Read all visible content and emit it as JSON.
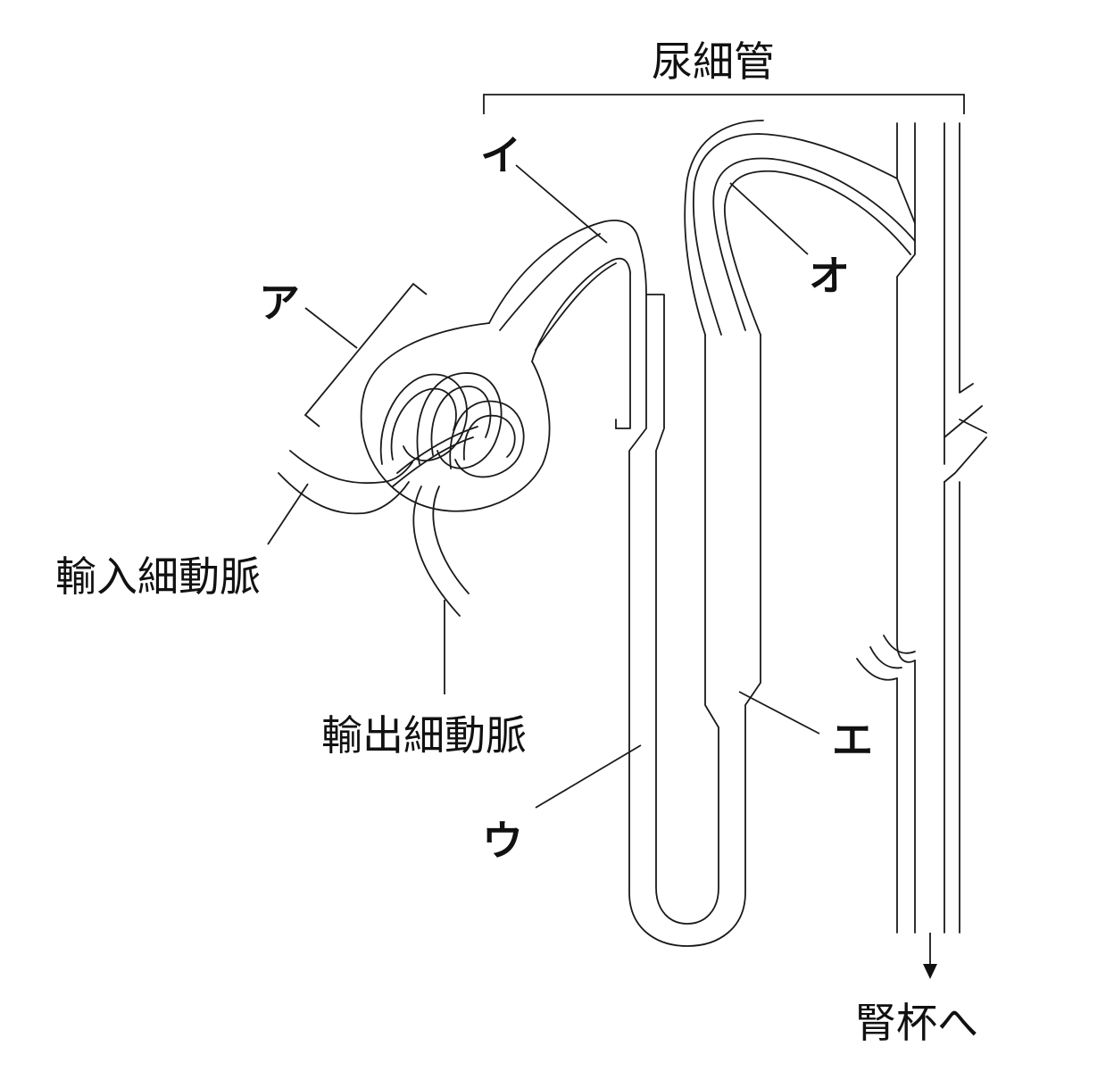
{
  "labels": {
    "title": "尿細管",
    "a": "ア",
    "i": "イ",
    "u": "ウ",
    "e": "エ",
    "o": "オ",
    "afferent": "輸入細動脈",
    "efferent": "輸出細動脈",
    "calyx": "腎杯へ"
  }
}
